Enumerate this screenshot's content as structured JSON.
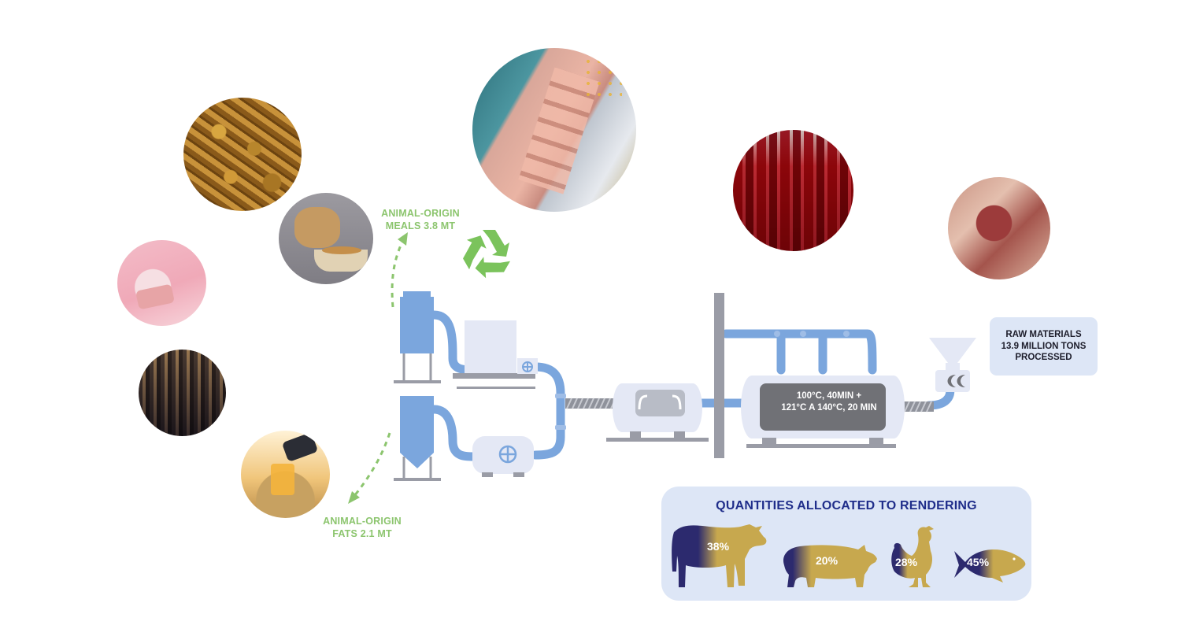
{
  "labels": {
    "meals": [
      "ANIMAL-ORIGIN",
      "MEALS 3.8 MT"
    ],
    "fats": [
      "ANIMAL-ORIGIN",
      "FATS 2.1 MT"
    ],
    "raw_materials": [
      "RAW MATERIALS",
      "13.9 MILLION TONS",
      "PROCESSED"
    ],
    "temperature": [
      "100°C, 40MIN +",
      "121°C A 140°C, 20 MIN"
    ]
  },
  "quantities": {
    "title": "QUANTITIES ALLOCATED TO RENDERING",
    "animals": [
      {
        "animal": "cow",
        "percent": "38%",
        "value": 0.38
      },
      {
        "animal": "pig",
        "percent": "20%",
        "value": 0.2
      },
      {
        "animal": "chicken",
        "percent": "28%",
        "value": 0.28
      },
      {
        "animal": "fish",
        "percent": "45%",
        "value": 0.45
      }
    ]
  },
  "icons": [
    "recycle-icon",
    "pet-food-pellets-photo",
    "dog-eating-photo",
    "soap-hands-photo",
    "industry-photo",
    "biofuel-photo",
    "livestock-photo",
    "carcass-photo",
    "raw-meat-photo"
  ],
  "colors": {
    "machine_blue": "#7ba6dd",
    "machine_light": "#e4e8f5",
    "machine_grey": "#9a9ca6",
    "label_green": "#8cc56e",
    "recycle_green": "#7bc35c",
    "title_navy": "#1f2d8a",
    "animal_navy": "#2c2a6e",
    "animal_gold": "#c7a84e"
  }
}
